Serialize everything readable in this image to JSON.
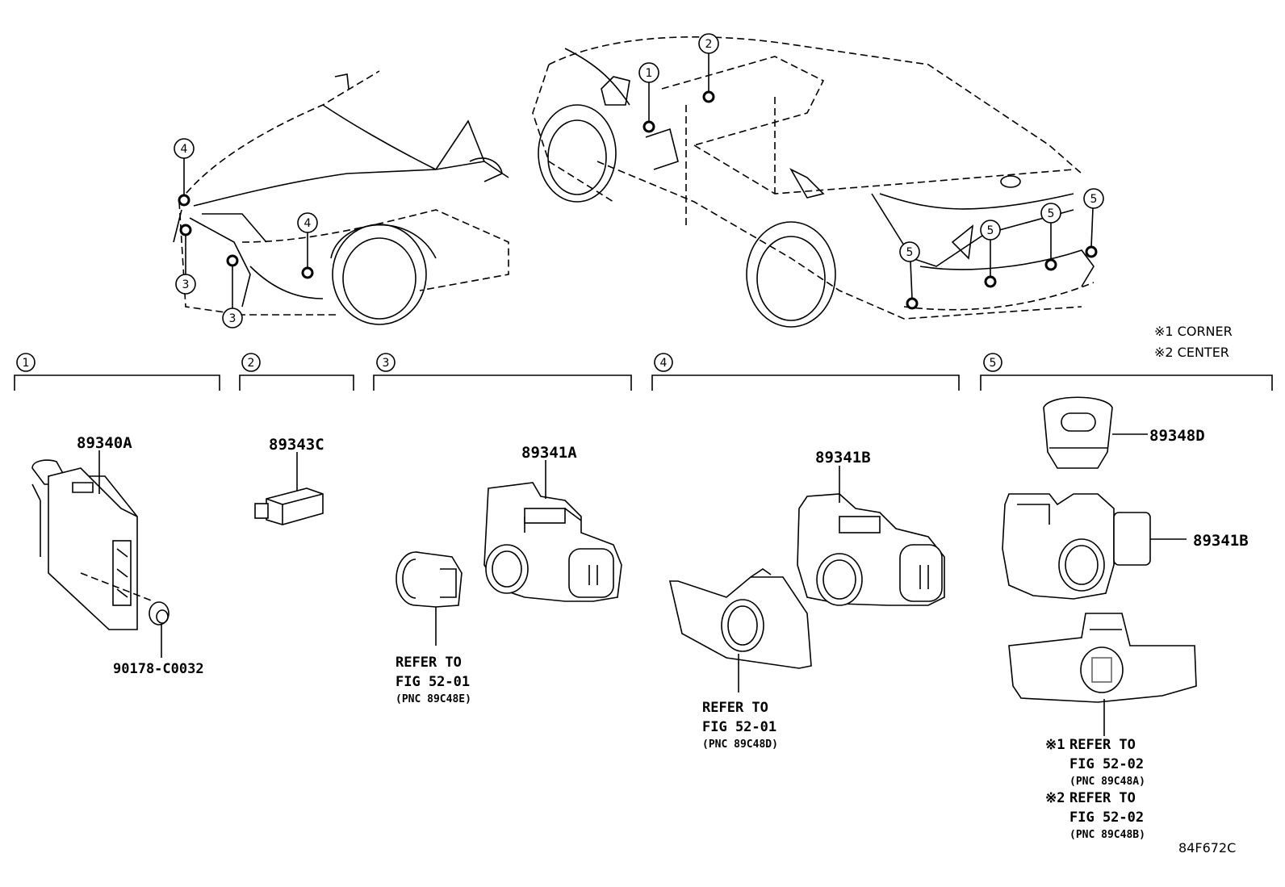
{
  "callouts": [
    "1",
    "2",
    "3",
    "4",
    "5"
  ],
  "notes": {
    "note1": "※1 CORNER",
    "note2": "※2 CENTER"
  },
  "parts": {
    "p89340A": "89340A",
    "p90178": "90178-C0032",
    "p89343C": "89343C",
    "p89341A": "89341A",
    "p89341B_a": "89341B",
    "p89348D": "89348D",
    "p89341B_b": "89341B"
  },
  "refs": {
    "ref3": {
      "line1": "REFER TO",
      "line2": "FIG 52-01",
      "line3": "(PNC 89C48E)"
    },
    "ref4": {
      "line1": "REFER TO",
      "line2": "FIG 52-01",
      "line3": "(PNC 89C48D)"
    },
    "ref5a": {
      "mark": "※1",
      "line1": "REFER TO",
      "line2": "FIG 52-02",
      "line3": "(PNC 89C48A)"
    },
    "ref5b": {
      "mark": "※2",
      "line1": "REFER TO",
      "line2": "FIG 52-02",
      "line3": "(PNC 89C48B)"
    }
  },
  "figure_code": "84F672C"
}
